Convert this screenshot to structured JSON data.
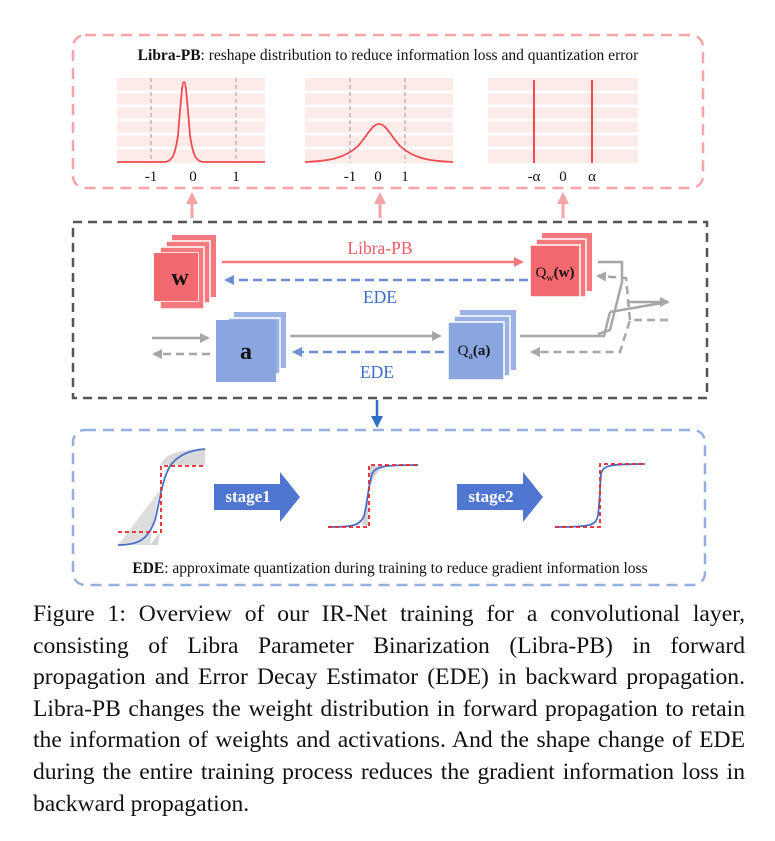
{
  "top_panel": {
    "title_bold": "Libra-PB",
    "title_rest": ": reshape distribution to reduce information loss and quantization error",
    "plot1_ticks": [
      "-1",
      "0",
      "1"
    ],
    "plot2_ticks": [
      "-1",
      "0",
      "1"
    ],
    "plot3_ticks": [
      "-α",
      "0",
      "α"
    ]
  },
  "middle_panel": {
    "weight_label": "w",
    "activation_label": "a",
    "qw_label": "Q",
    "qw_sub": "w",
    "qw_arg": "(w)",
    "qa_label": "Q",
    "qa_sub": "a",
    "qa_arg": "(a)",
    "forward_label": "Libra-PB",
    "backward_label_1": "EDE",
    "backward_label_2": "EDE"
  },
  "bottom_panel": {
    "stage1_label": "stage1",
    "stage2_label": "stage2",
    "title_bold": "EDE",
    "title_rest": ":  approximate quantization during training to reduce gradient information loss"
  },
  "caption": {
    "text": "Figure 1:  Overview of our IR-Net training for a convolutional layer, consisting of Libra Parameter Binarization (Libra-PB) in forward propagation and Error Decay Estimator (EDE) in backward propagation. Libra-PB changes the weight distribution in forward propagation to retain the information of weights and activations. And the shape change of EDE during the entire training process reduces the gradient information loss in backward propagation."
  },
  "colors": {
    "red": "#f06a70",
    "blue": "#5b82cf",
    "grey": "#a6a6a6",
    "curve_blue": "#4a6fc9",
    "quant_red": "#e8262a"
  }
}
